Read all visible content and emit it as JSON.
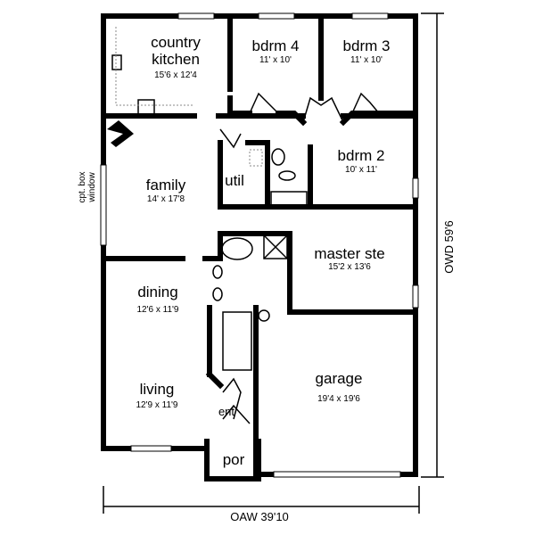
{
  "rooms": {
    "kitchen": {
      "name_line1": "country",
      "name_line2": "kitchen",
      "size": "15'6 x 12'4"
    },
    "bdrm4": {
      "name": "bdrm 4",
      "size": "11' x 10'"
    },
    "bdrm3": {
      "name": "bdrm 3",
      "size": "11' x 10'"
    },
    "bdrm2": {
      "name": "bdrm 2",
      "size": "10' x 11'"
    },
    "util": {
      "name": "util"
    },
    "family": {
      "name": "family",
      "size": "14' x 17'8"
    },
    "master": {
      "name": "master ste",
      "size": "15'2 x 13'6"
    },
    "dining": {
      "name": "dining",
      "size": "12'6 x 11'9"
    },
    "living": {
      "name": "living",
      "size": "12'9 x 11'9"
    },
    "garage": {
      "name": "garage",
      "size": "19'4 x 19'6"
    },
    "entry": {
      "name": "ent"
    },
    "porch": {
      "name": "por"
    }
  },
  "annotations": {
    "window_line1": "cpt. box",
    "window_line2": "window"
  },
  "dimensions": {
    "depth": "OWD 59'6",
    "width": "OAW 39'10"
  }
}
